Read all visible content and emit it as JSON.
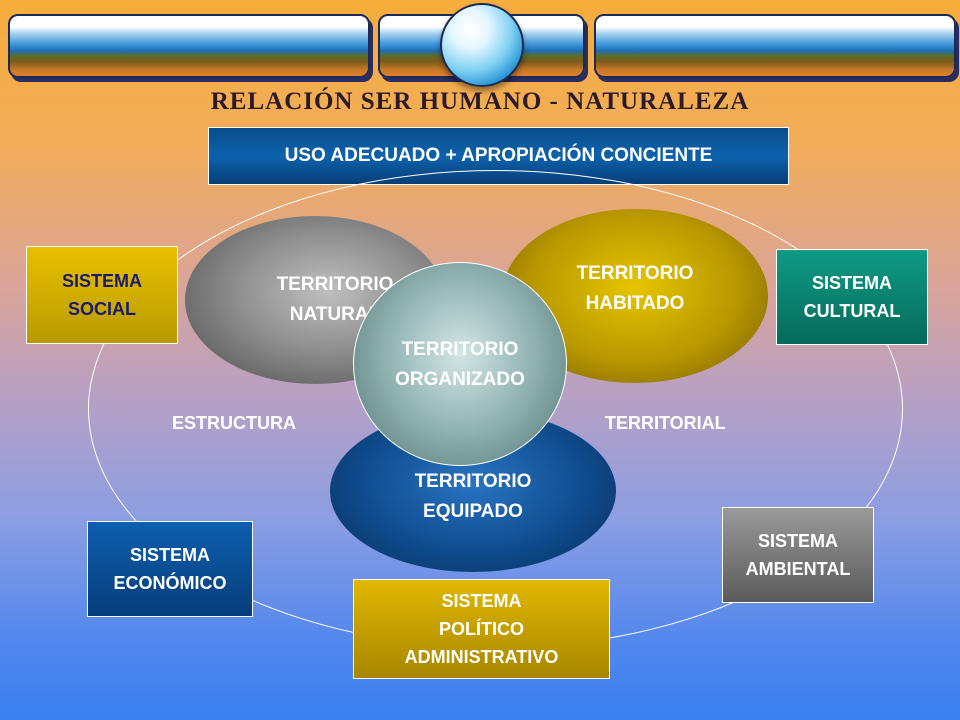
{
  "header": {
    "title": "RELACIÓN SER HUMANO - NATURALEZA"
  },
  "top_box": {
    "label": "USO ADECUADO + APROPIACIÓN CONCIENTE"
  },
  "territories": {
    "natural": "TERRITORIO\nNATURAL",
    "habitado": "TERRITORIO\nHABITADO",
    "organizado": "TERRITORIO\nORGANIZADO",
    "equipado": "TERRITORIO\nEQUIPADO"
  },
  "structure_words": {
    "left": "ESTRUCTURA",
    "right": "TERRITORIAL"
  },
  "systems": {
    "social": "SISTEMA\nSOCIAL",
    "cultural": "SISTEMA\nCULTURAL",
    "economico": "SISTEMA\nECONÓMICO",
    "ambiental": "SISTEMA\nAMBIENTAL",
    "politico": "SISTEMA\nPOLÍTICO\nADMINISTRATIVO"
  },
  "colors": {
    "background_top": "#f6ad3c",
    "background_bottom": "#3b80f0",
    "top_box": "#0d62ad",
    "natural": "#8e8e8e",
    "habitado": "#b89700",
    "equipado": "#0f4c8e",
    "organizado": "#8fb1b0",
    "social": "#e8c000",
    "cultural": "#0f9a86",
    "economico": "#0d5fae",
    "ambiental": "#9a9a9a",
    "politico": "#e0b800"
  }
}
